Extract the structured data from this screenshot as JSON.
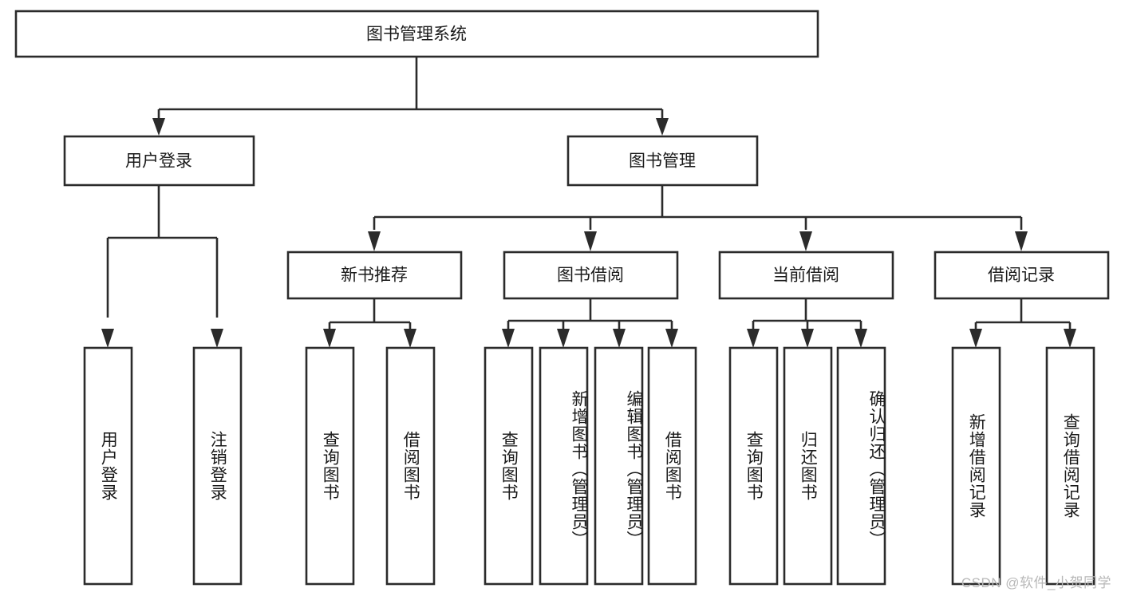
{
  "diagram": {
    "title": "图书管理系统",
    "type": "tree-hierarchy-diagram",
    "watermark": "CSDN @软件_小贺同学",
    "colors": {
      "box_stroke": "#2b2b2b",
      "box_fill": "#ffffff",
      "text": "#1a1a1a",
      "background": "#ffffff",
      "watermark": "#b8b8b8"
    },
    "root": {
      "label": "图书管理系统"
    },
    "level2": [
      {
        "label": "用户登录"
      },
      {
        "label": "图书管理"
      }
    ],
    "level3": [
      {
        "label": "新书推荐"
      },
      {
        "label": "图书借阅"
      },
      {
        "label": "当前借阅"
      },
      {
        "label": "借阅记录"
      }
    ],
    "leaves": {
      "user_login": [
        {
          "label": "用户登录"
        },
        {
          "label": "注销登录"
        }
      ],
      "new_book_recommend": [
        {
          "label": "查询图书"
        },
        {
          "label": "借阅图书"
        }
      ],
      "book_borrow": [
        {
          "label": "查询图书"
        },
        {
          "label": "新增图书（管理员）"
        },
        {
          "label": "编辑图书（管理员）"
        },
        {
          "label": "借阅图书"
        }
      ],
      "current_borrow": [
        {
          "label": "查询图书"
        },
        {
          "label": "归还图书"
        },
        {
          "label": "确认归还（管理员）"
        }
      ],
      "borrow_record": [
        {
          "label": "新增借阅记录"
        },
        {
          "label": "查询借阅记录"
        }
      ]
    }
  }
}
